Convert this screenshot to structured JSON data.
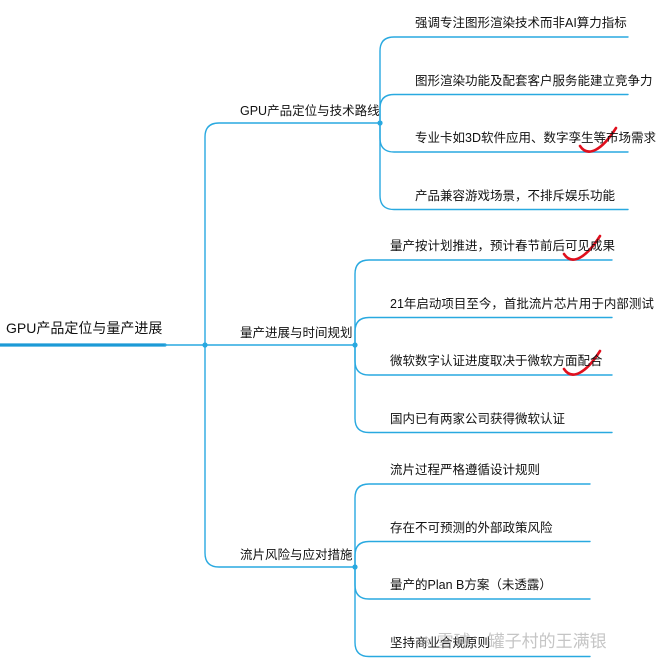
{
  "root": {
    "label": "GPU产品定位与量产进展"
  },
  "branches": [
    {
      "label": "GPU产品定位与技术路线",
      "items": [
        {
          "label": "强调专注图形渲染技术而非AI算力指标",
          "checked": false
        },
        {
          "label": "图形渲染功能及配套客户服务能建立竞争力",
          "checked": false
        },
        {
          "label": "专业卡如3D软件应用、数字孪生等市场需求",
          "checked": true
        },
        {
          "label": "产品兼容游戏场景，不排斥娱乐功能",
          "checked": false
        }
      ]
    },
    {
      "label": "量产进展与时间规划",
      "items": [
        {
          "label": "量产按计划推进，预计春节前后可见成果",
          "checked": true
        },
        {
          "label": "21年启动项目至今，首批流片芯片用于内部测试",
          "checked": false
        },
        {
          "label": "微软数字认证进度取决于微软方面配合",
          "checked": true
        },
        {
          "label": "国内已有两家公司获得微软认证",
          "checked": false
        }
      ]
    },
    {
      "label": "流片风险与应对措施",
      "items": [
        {
          "label": "流片过程严格遵循设计规则",
          "checked": false
        },
        {
          "label": "存在不可预测的外部政策风险",
          "checked": false
        },
        {
          "label": "量产的Plan B方案（未透露）",
          "checked": false
        },
        {
          "label": "坚持商业合规原则",
          "checked": false
        }
      ]
    }
  ],
  "watermark": {
    "text": "雪球：罐子村的王满银"
  },
  "colors": {
    "line": "#29a9e0",
    "root_line": "#1c9ad6",
    "checkmark": "#e0101e"
  }
}
